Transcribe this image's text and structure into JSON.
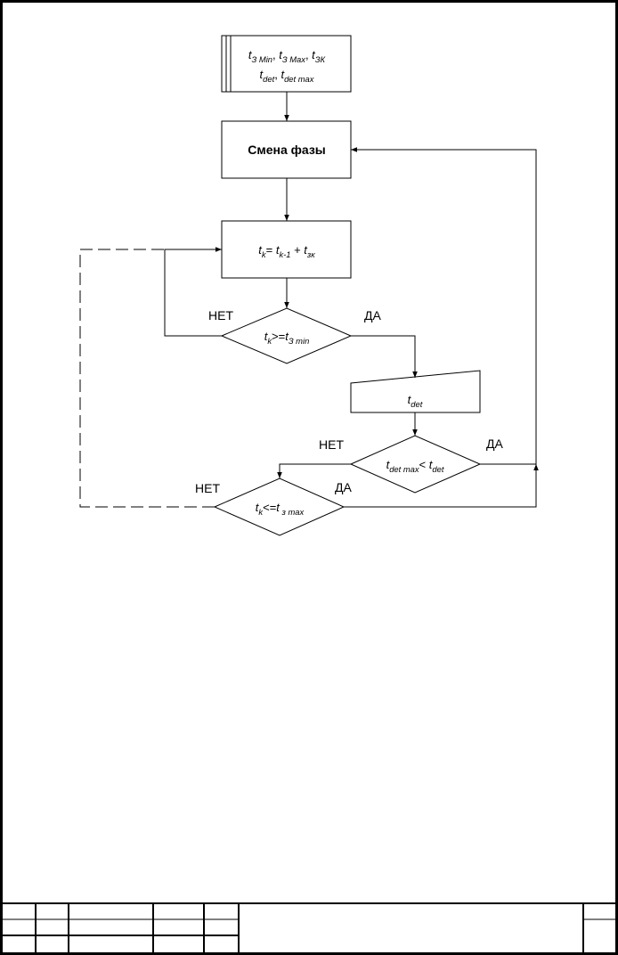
{
  "input_block": {
    "line1": {
      "parts": [
        {
          "t": "t",
          "sub": "З Min"
        },
        {
          "t": ", "
        },
        {
          "t": "t",
          "sub": "З Max"
        },
        {
          "t": ", "
        },
        {
          "t": "t",
          "sub": "ЗК"
        }
      ]
    },
    "line2": {
      "parts": [
        {
          "t": "t",
          "sub": "det"
        },
        {
          "t": ", "
        },
        {
          "t": "t",
          "sub": "det max"
        }
      ]
    }
  },
  "phase_change": {
    "label": "Смена фазы"
  },
  "calc_block": {
    "parts": [
      {
        "t": "t",
        "sub": "k"
      },
      {
        "t": "= "
      },
      {
        "t": "t",
        "sub": "k-1"
      },
      {
        "t": " + "
      },
      {
        "t": "t",
        "sub": "зк"
      }
    ]
  },
  "decision_min": {
    "parts": [
      {
        "t": "t",
        "sub": "k"
      },
      {
        "t": ">="
      },
      {
        "t": "t",
        "sub": "З min"
      }
    ],
    "no_label": "НЕТ",
    "yes_label": "ДА"
  },
  "detector_input": {
    "parts": [
      {
        "t": "t",
        "sub": "det"
      }
    ]
  },
  "decision_det": {
    "parts": [
      {
        "t": "t",
        "sub": "det max"
      },
      {
        "t": "< "
      },
      {
        "t": "t",
        "sub": "det"
      }
    ],
    "no_label": "НЕТ",
    "yes_label": "ДА"
  },
  "decision_max": {
    "parts": [
      {
        "t": "t",
        "sub": "k"
      },
      {
        "t": "<="
      },
      {
        "t": "t",
        "sub": " з max"
      }
    ],
    "no_label": "НЕТ",
    "yes_label": "ДА"
  }
}
